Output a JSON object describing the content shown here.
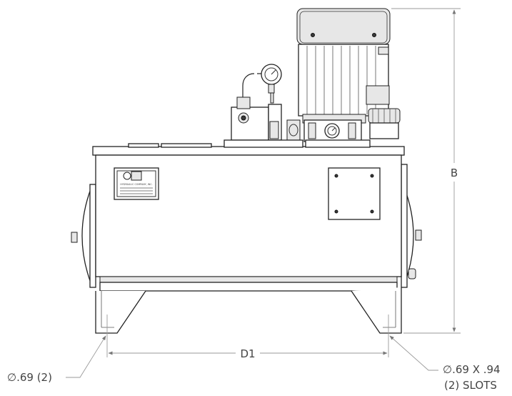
{
  "drawing": {
    "dimensions": {
      "height_label": "B",
      "width_label": "D1",
      "hole_callout": "∅.69 (2)",
      "slot_callout_line1": "∅.69 X .94",
      "slot_callout_line2": "(2) SLOTS"
    },
    "nameplate": {
      "company_line": "HYDRAULIC COMPANY, INC."
    }
  }
}
